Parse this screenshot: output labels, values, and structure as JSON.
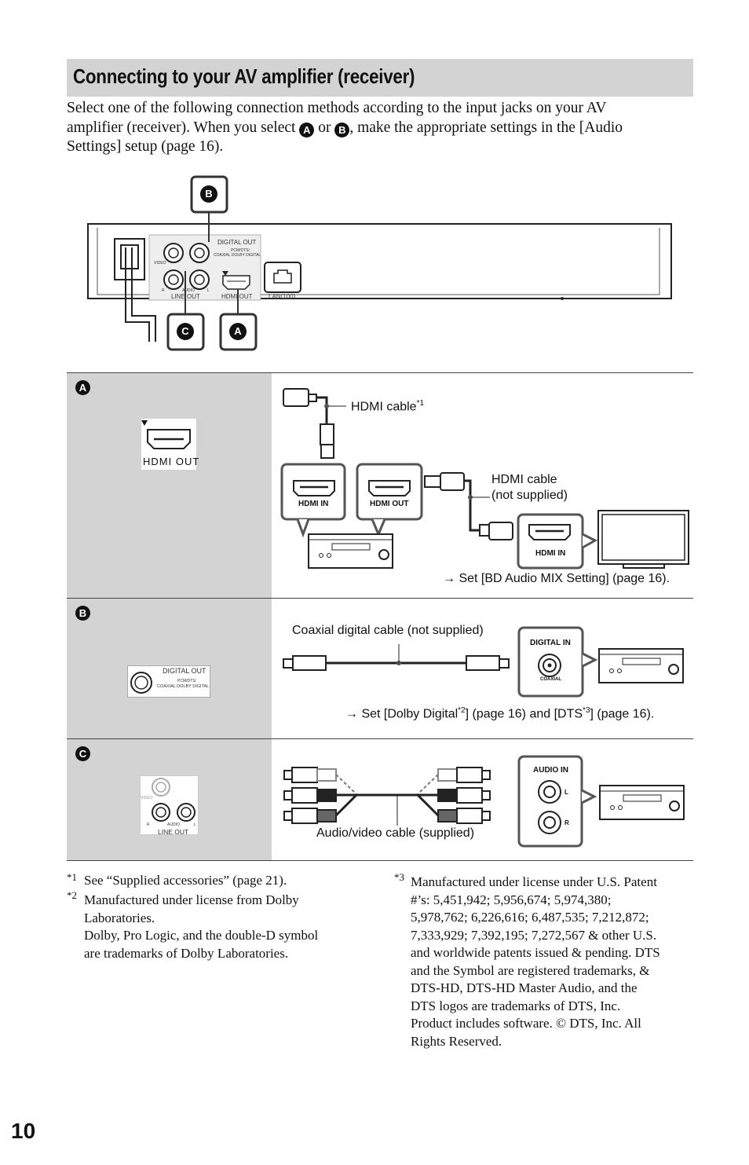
{
  "title": "Connecting to your AV amplifier (receiver)",
  "intro": {
    "line1": "Select one of the following connection methods according to the input jacks on your AV",
    "line2_a": "amplifier (receiver). When you select",
    "line2_or": "or",
    "line2_b": ", make the appropriate settings in the [Audio",
    "line3": "Settings] setup (page 16)."
  },
  "markers": {
    "a": "A",
    "b": "B",
    "c": "C"
  },
  "player_panel": {
    "digital_out": "DIGITAL OUT",
    "pcm_dts": "PCM/DTS/",
    "coaxial_dolby": "COAXIAL   DOLBY DIGITAL",
    "video": "VIDEO",
    "r": "R",
    "audio": "AUDIO",
    "l": "L",
    "line_out": "LINE OUT",
    "hdmi_out": "HDMI OUT",
    "lan": "LAN(100)"
  },
  "row_a": {
    "jack_label": "HDMI OUT",
    "hdmi_cable": "HDMI cable",
    "hdmi_cable_note": "*1",
    "hdmi_cable_ns_1": "HDMI cable",
    "hdmi_cable_ns_2": "(not supplied)",
    "amp_hdmi_in": "HDMI IN",
    "amp_hdmi_out": "HDMI OUT",
    "tv_hdmi_in": "HDMI IN",
    "instruction": "→ Set [BD Audio MIX Setting] (page 16)."
  },
  "row_b": {
    "jack_digital_out": "DIGITAL OUT",
    "jack_pcm": "PCM/DTS/",
    "jack_coax_dolby": "COAXIAL   DOLBY DIGITAL",
    "cable_label": "Coaxial digital cable (not supplied)",
    "digital_in": "DIGITAL IN",
    "coaxial": "COAXIAL",
    "instruction_1": "→ Set [Dolby Digital",
    "instruction_sup1": "*2",
    "instruction_2": "] (page 16) and [DTS",
    "instruction_sup2": "*3",
    "instruction_3": "] (page 16)."
  },
  "row_c": {
    "jack_video": "VIDEO",
    "jack_r": "R",
    "jack_audio": "AUDIO",
    "jack_l": "L",
    "jack_line_out": "LINE OUT",
    "cable_label": "Audio/video cable (supplied)",
    "audio_in": "AUDIO IN",
    "in_l": "L",
    "in_r": "R"
  },
  "footnotes": {
    "n1_mark": "*1",
    "n1_text": "See “Supplied accessories” (page 21).",
    "n2_mark": "*2",
    "n2_lines": [
      "Manufactured under license from Dolby",
      "Laboratories.",
      "Dolby, Pro Logic, and the double-D symbol",
      "are trademarks of Dolby Laboratories."
    ],
    "n3_mark": "*3",
    "n3_lines": [
      "Manufactured under license under U.S. Patent",
      "#’s: 5,451,942; 5,956,674; 5,974,380;",
      "5,978,762; 6,226,616; 6,487,535; 7,212,872;",
      "7,333,929; 7,392,195; 7,272,567 & other U.S.",
      "and worldwide patents issued & pending. DTS",
      "and the Symbol are registered trademarks, &",
      "DTS-HD, DTS-HD Master Audio, and the",
      "DTS logos are trademarks of DTS, Inc.",
      "Product includes software. © DTS, Inc. All",
      "Rights Reserved."
    ]
  },
  "page_number": "10"
}
